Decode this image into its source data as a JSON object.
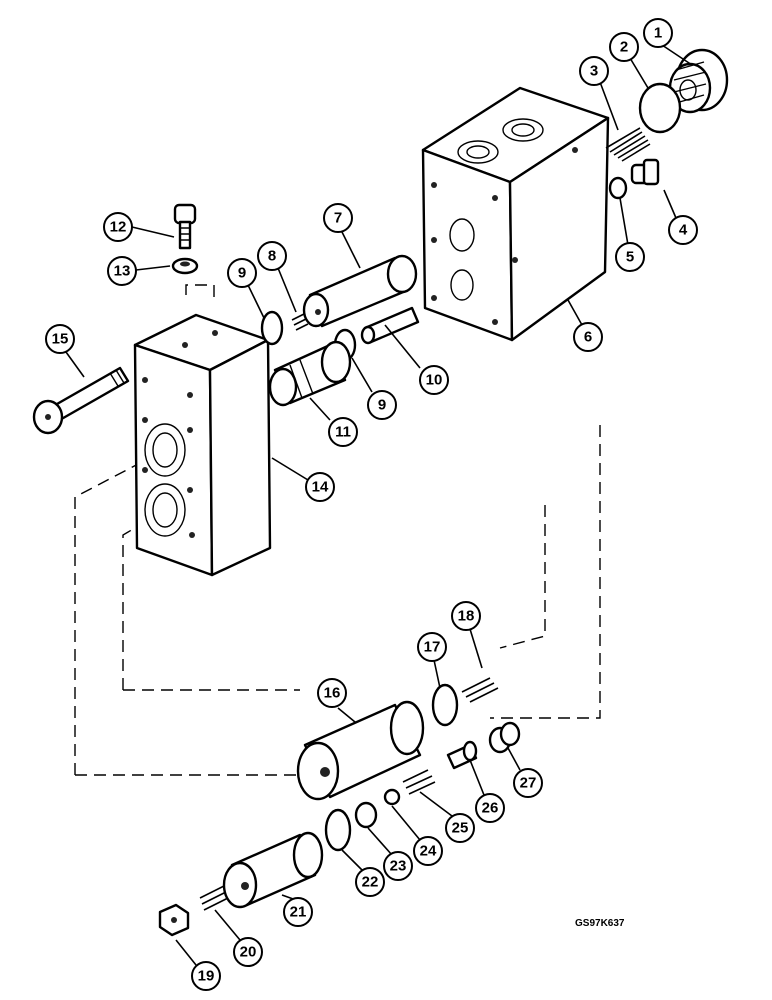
{
  "diagram": {
    "drawing_code": "GS97K637",
    "callouts": [
      {
        "id": "c1",
        "label": "1"
      },
      {
        "id": "c2",
        "label": "2"
      },
      {
        "id": "c3",
        "label": "3"
      },
      {
        "id": "c4",
        "label": "4"
      },
      {
        "id": "c5",
        "label": "5"
      },
      {
        "id": "c6",
        "label": "6"
      },
      {
        "id": "c7",
        "label": "7"
      },
      {
        "id": "c8",
        "label": "8"
      },
      {
        "id": "c9a",
        "label": "9"
      },
      {
        "id": "c9b",
        "label": "9"
      },
      {
        "id": "c10",
        "label": "10"
      },
      {
        "id": "c11",
        "label": "11"
      },
      {
        "id": "c12",
        "label": "12"
      },
      {
        "id": "c13",
        "label": "13"
      },
      {
        "id": "c14",
        "label": "14"
      },
      {
        "id": "c15",
        "label": "15"
      },
      {
        "id": "c16",
        "label": "16"
      },
      {
        "id": "c17",
        "label": "17"
      },
      {
        "id": "c18",
        "label": "18"
      },
      {
        "id": "c19",
        "label": "19"
      },
      {
        "id": "c20",
        "label": "20"
      },
      {
        "id": "c21",
        "label": "21"
      },
      {
        "id": "c22",
        "label": "22"
      },
      {
        "id": "c23",
        "label": "23"
      },
      {
        "id": "c24",
        "label": "24"
      },
      {
        "id": "c25",
        "label": "25"
      },
      {
        "id": "c26",
        "label": "26"
      },
      {
        "id": "c27",
        "label": "27"
      }
    ]
  }
}
